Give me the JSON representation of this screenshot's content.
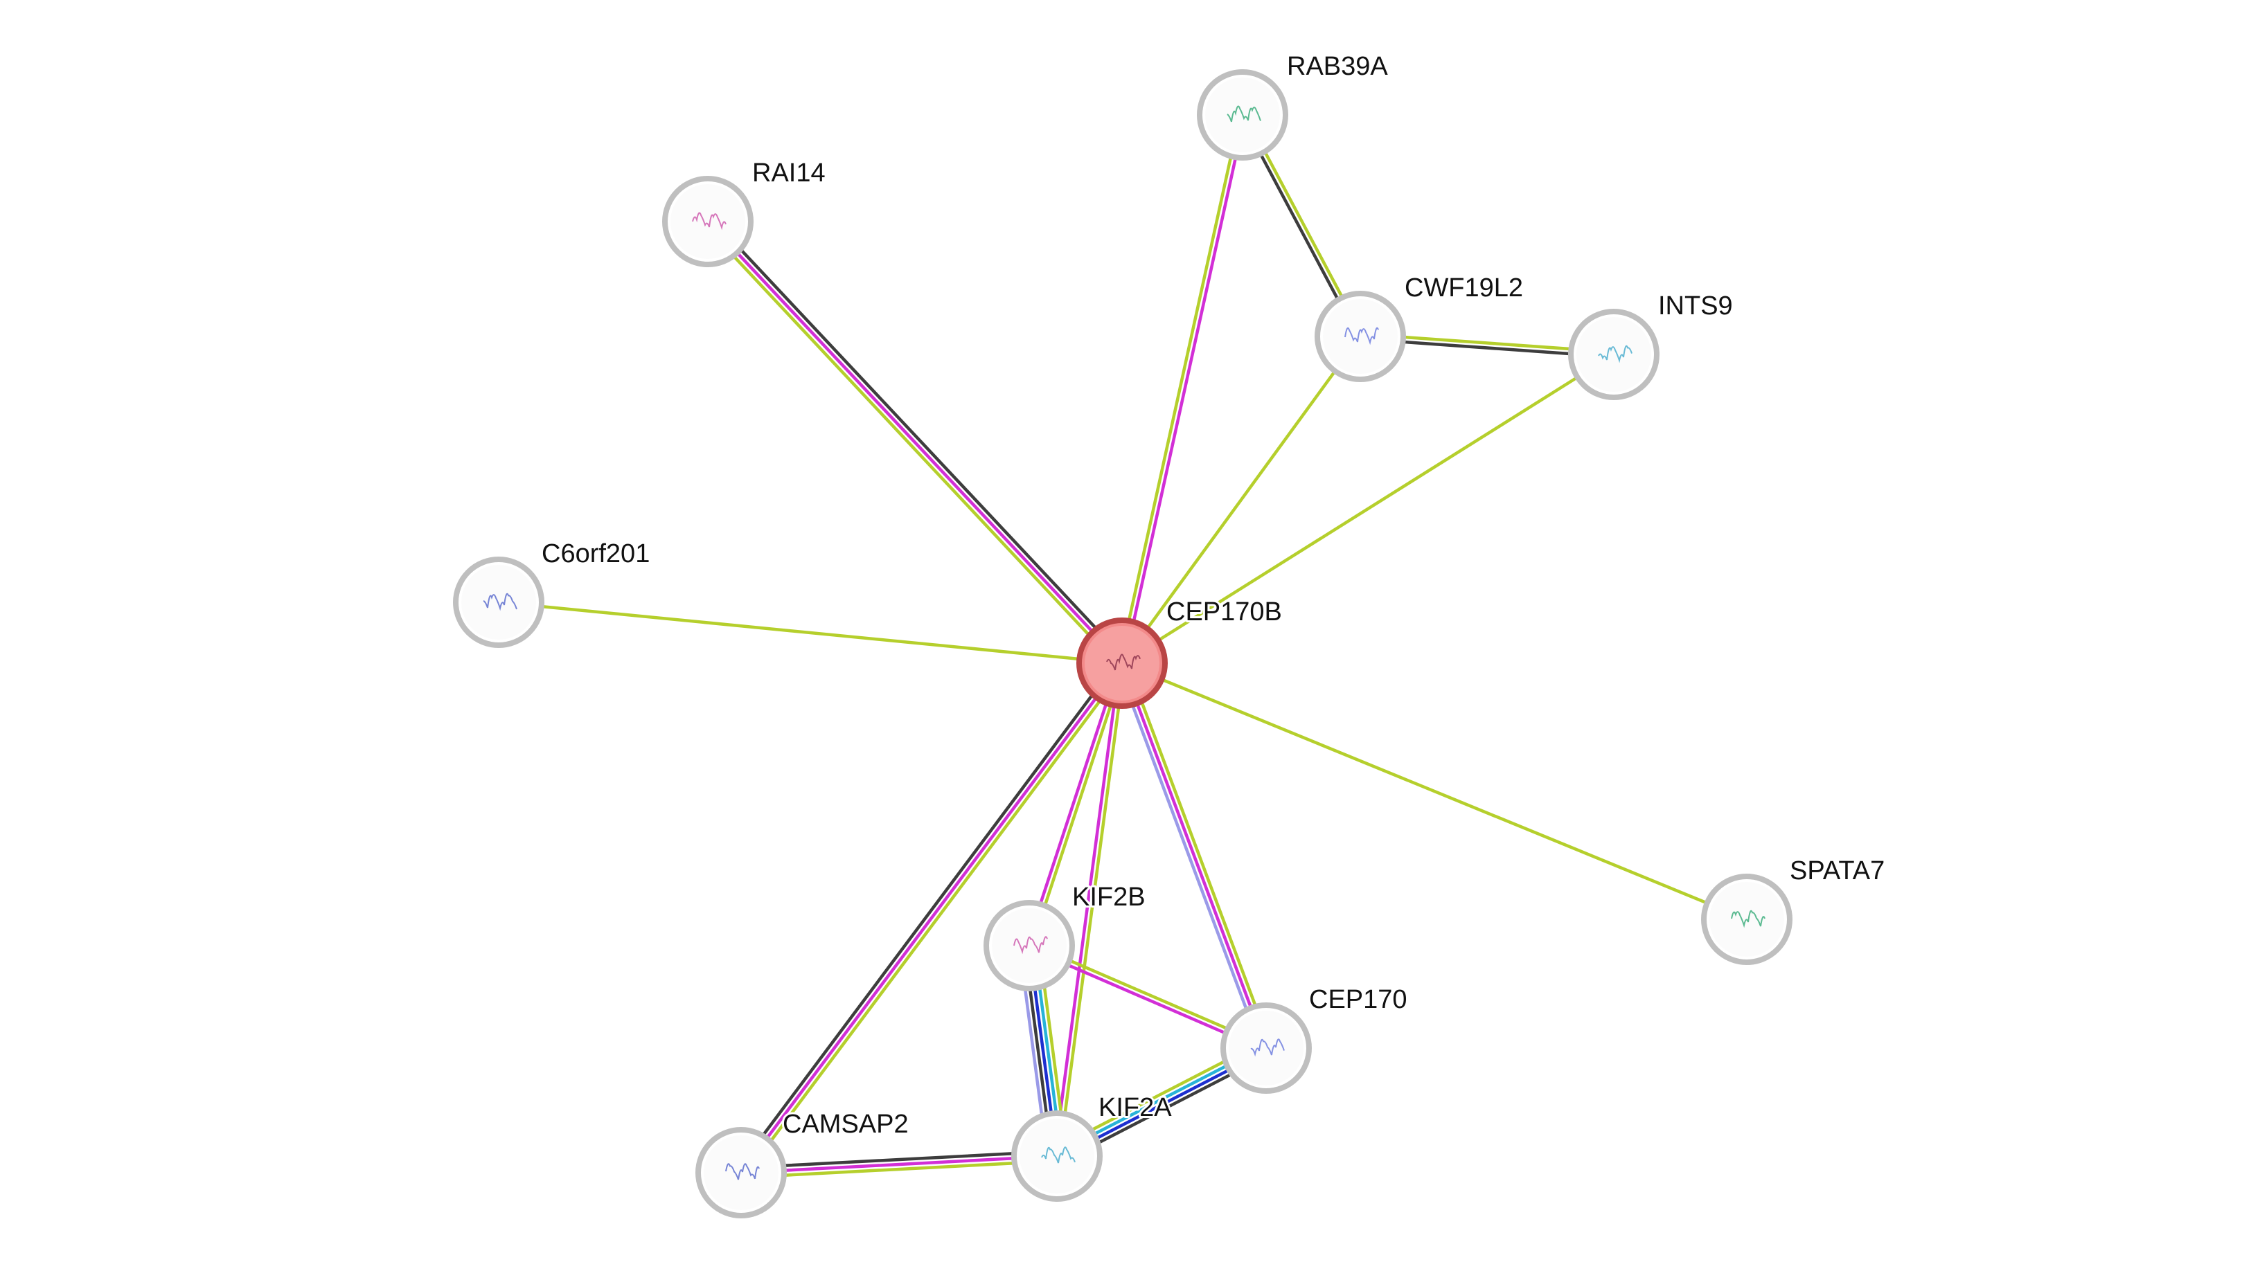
{
  "diagram": {
    "type": "protein-interaction-network",
    "query_node": "CEP170B",
    "nodes": [
      {
        "id": "CEP170B",
        "label": "CEP170B",
        "query": true
      },
      {
        "id": "RAB39A",
        "label": "RAB39A"
      },
      {
        "id": "RAI14",
        "label": "RAI14"
      },
      {
        "id": "CWF19L2",
        "label": "CWF19L2"
      },
      {
        "id": "INTS9",
        "label": "INTS9"
      },
      {
        "id": "C6orf201",
        "label": "C6orf201"
      },
      {
        "id": "SPATA7",
        "label": "SPATA7"
      },
      {
        "id": "KIF2B",
        "label": "KIF2B"
      },
      {
        "id": "CEP170",
        "label": "CEP170"
      },
      {
        "id": "KIF2A",
        "label": "KIF2A"
      },
      {
        "id": "CAMSAP2",
        "label": "CAMSAP2"
      }
    ],
    "edges": [
      {
        "source": "CEP170B",
        "target": "RAI14",
        "evidence": [
          "textmining",
          "experiments",
          "coexpression"
        ]
      },
      {
        "source": "CEP170B",
        "target": "RAB39A",
        "evidence": [
          "textmining",
          "experiments"
        ]
      },
      {
        "source": "CEP170B",
        "target": "CWF19L2",
        "evidence": [
          "textmining"
        ]
      },
      {
        "source": "CEP170B",
        "target": "INTS9",
        "evidence": [
          "textmining"
        ]
      },
      {
        "source": "CEP170B",
        "target": "C6orf201",
        "evidence": [
          "textmining"
        ]
      },
      {
        "source": "CEP170B",
        "target": "SPATA7",
        "evidence": [
          "textmining"
        ]
      },
      {
        "source": "CEP170B",
        "target": "KIF2B",
        "evidence": [
          "textmining",
          "experiments"
        ]
      },
      {
        "source": "CEP170B",
        "target": "KIF2A",
        "evidence": [
          "textmining",
          "experiments"
        ]
      },
      {
        "source": "CEP170B",
        "target": "CEP170",
        "evidence": [
          "textmining",
          "experiments",
          "homology"
        ]
      },
      {
        "source": "CEP170B",
        "target": "CAMSAP2",
        "evidence": [
          "textmining",
          "experiments",
          "coexpression"
        ]
      },
      {
        "source": "RAB39A",
        "target": "CWF19L2",
        "evidence": [
          "textmining",
          "coexpression"
        ]
      },
      {
        "source": "CWF19L2",
        "target": "INTS9",
        "evidence": [
          "textmining",
          "coexpression"
        ]
      },
      {
        "source": "KIF2B",
        "target": "CEP170",
        "evidence": [
          "textmining",
          "experiments"
        ]
      },
      {
        "source": "KIF2B",
        "target": "KIF2A",
        "evidence": [
          "textmining",
          "databases",
          "curated",
          "coexpression",
          "homology"
        ]
      },
      {
        "source": "KIF2A",
        "target": "CEP170",
        "evidence": [
          "textmining",
          "databases",
          "curated",
          "coexpression"
        ]
      },
      {
        "source": "KIF2A",
        "target": "CAMSAP2",
        "evidence": [
          "textmining",
          "experiments",
          "coexpression"
        ]
      }
    ],
    "colors": {
      "textmining": "#b5cf2c",
      "experiments": "#d22fd6",
      "coexpression": "#3d3d3d",
      "databases": "#27b3d8",
      "curated": "#1d2fd0",
      "homology": "#9a9ae8",
      "node_border": "#bfbfbf",
      "query_fill": "#f38a8a",
      "query_border": "#b94545"
    }
  }
}
